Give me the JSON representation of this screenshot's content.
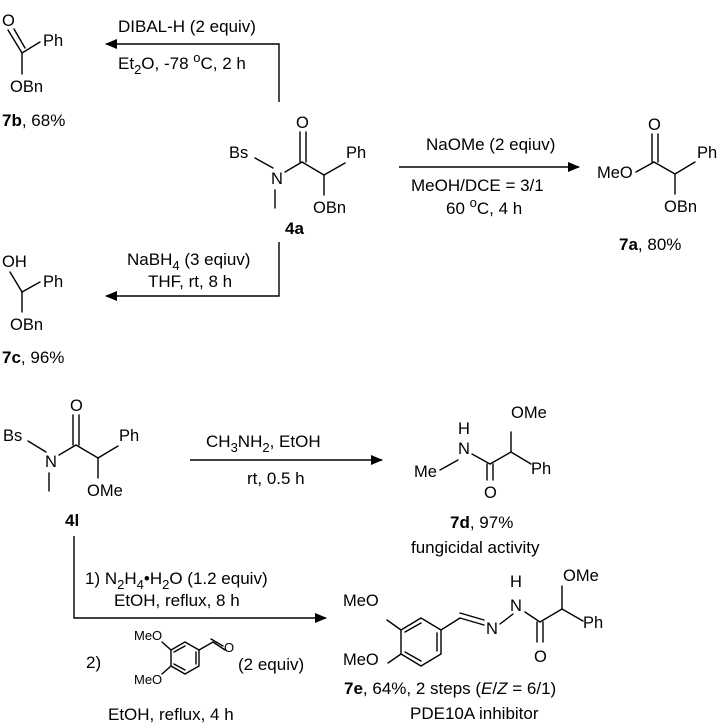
{
  "atoms": {
    "O": "O",
    "Ph": "Ph",
    "OBn": "OBn",
    "Bs": "Bs",
    "N": "N",
    "MeO": "MeO",
    "OH": "OH",
    "OMe": "OMe",
    "Me": "Me",
    "H": "H"
  },
  "reactions": {
    "r_7b": {
      "line1": "DIBAL-H (2 equiv)",
      "line2_pre": "Et",
      "line2_sub": "2",
      "line2_post": "O, -78 ",
      "line2_sup": "o",
      "line2_end": "C, 2 h"
    },
    "r_7a": {
      "line1": "NaOMe (2 eqiuv)",
      "line2": "MeOH/DCE = 3/1",
      "line3_pre": "60 ",
      "line3_sup": "o",
      "line3_end": "C, 4 h"
    },
    "r_7c": {
      "line1_pre": "NaBH",
      "line1_sub": "4",
      "line1_post": " (3 eqiuv)",
      "line2": "THF, rt, 8 h"
    },
    "r_7d": {
      "line1_pre": "CH",
      "line1_sub": "3",
      "line1_mid": "NH",
      "line1_sub2": "2",
      "line1_post": ", EtOH",
      "line2": "rt, 0.5 h"
    },
    "r_7e": {
      "step1_pre": "1) N",
      "step1_sub": "2",
      "step1_mid": "H",
      "step1_sub2": "4",
      "step1_post": "•H",
      "step1_sub3": "2",
      "step1_end": "O (1.2 equiv)",
      "step1_line2": "EtOH, reflux, 8 h",
      "step2_num": "2)",
      "step2_equiv": "(2 equiv)",
      "step2_line2": "EtOH, reflux, 4 h"
    }
  },
  "compounds": {
    "c4a": {
      "id": "4a"
    },
    "c4l": {
      "id": "4l"
    },
    "c7a": {
      "id": "7a",
      "yield": ", 80%"
    },
    "c7b": {
      "id": "7b",
      "yield": ", 68%"
    },
    "c7c": {
      "id": "7c",
      "yield": ", 96%"
    },
    "c7d": {
      "id": "7d",
      "yield": ", 97%",
      "note": "fungicidal activity"
    },
    "c7e": {
      "id": "7e",
      "yield_pre": ", 64%, 2 steps (",
      "ez_E": "E",
      "ez_slash": "/",
      "ez_Z": "Z",
      "ez_post": " = 6/1)",
      "note": "PDE10A inhibitor"
    }
  }
}
